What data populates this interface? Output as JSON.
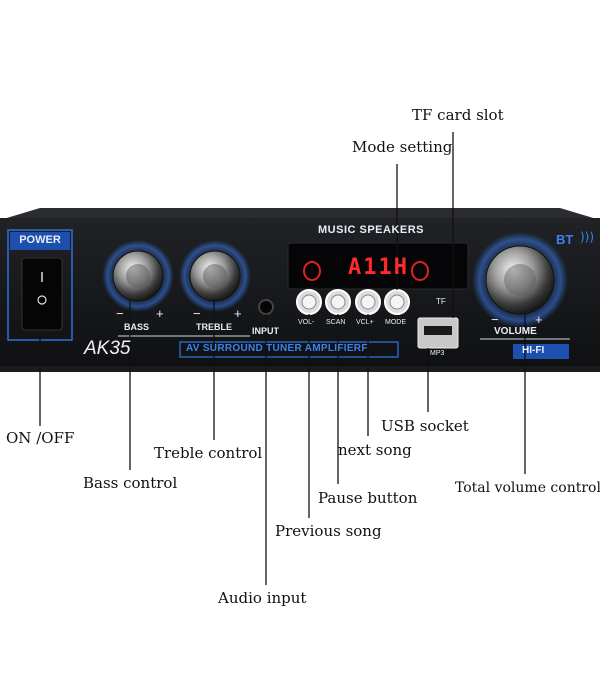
{
  "device": {
    "model": "AK35",
    "top_label": "MUSIC SPEAKERS",
    "subtitle": "AV SURROUND TUNER AMPLIFIERF",
    "power_label": "POWER",
    "display_text": "A11H",
    "bt_label": "BT",
    "hifi_label": "HI-FI",
    "mp3_label": "MP3",
    "tf_label": "TF",
    "knobs": {
      "bass": "BASS",
      "treble": "TREBLE",
      "volume": "VOLUME",
      "input": "INPUT",
      "minus": "−",
      "plus": "+"
    },
    "buttons": [
      "VOL-",
      "SCAN",
      "VCL+",
      "MODE"
    ]
  },
  "callouts": {
    "tf_card_slot": "TF card slot",
    "mode_setting": "Mode setting",
    "on_off": "ON /OFF",
    "usb_socket": "USB socket",
    "treble_control": "Treble control",
    "next_song": "next song",
    "bass_control": "Bass control",
    "total_volume_control": "Total volume control",
    "pause_button": "Pause button",
    "previous_song": "Previous song",
    "audio_input": "Audio input"
  },
  "colors": {
    "panel": "#141517",
    "accent_blue": "#2f6fd6",
    "display_red": "#ff2a2a"
  }
}
